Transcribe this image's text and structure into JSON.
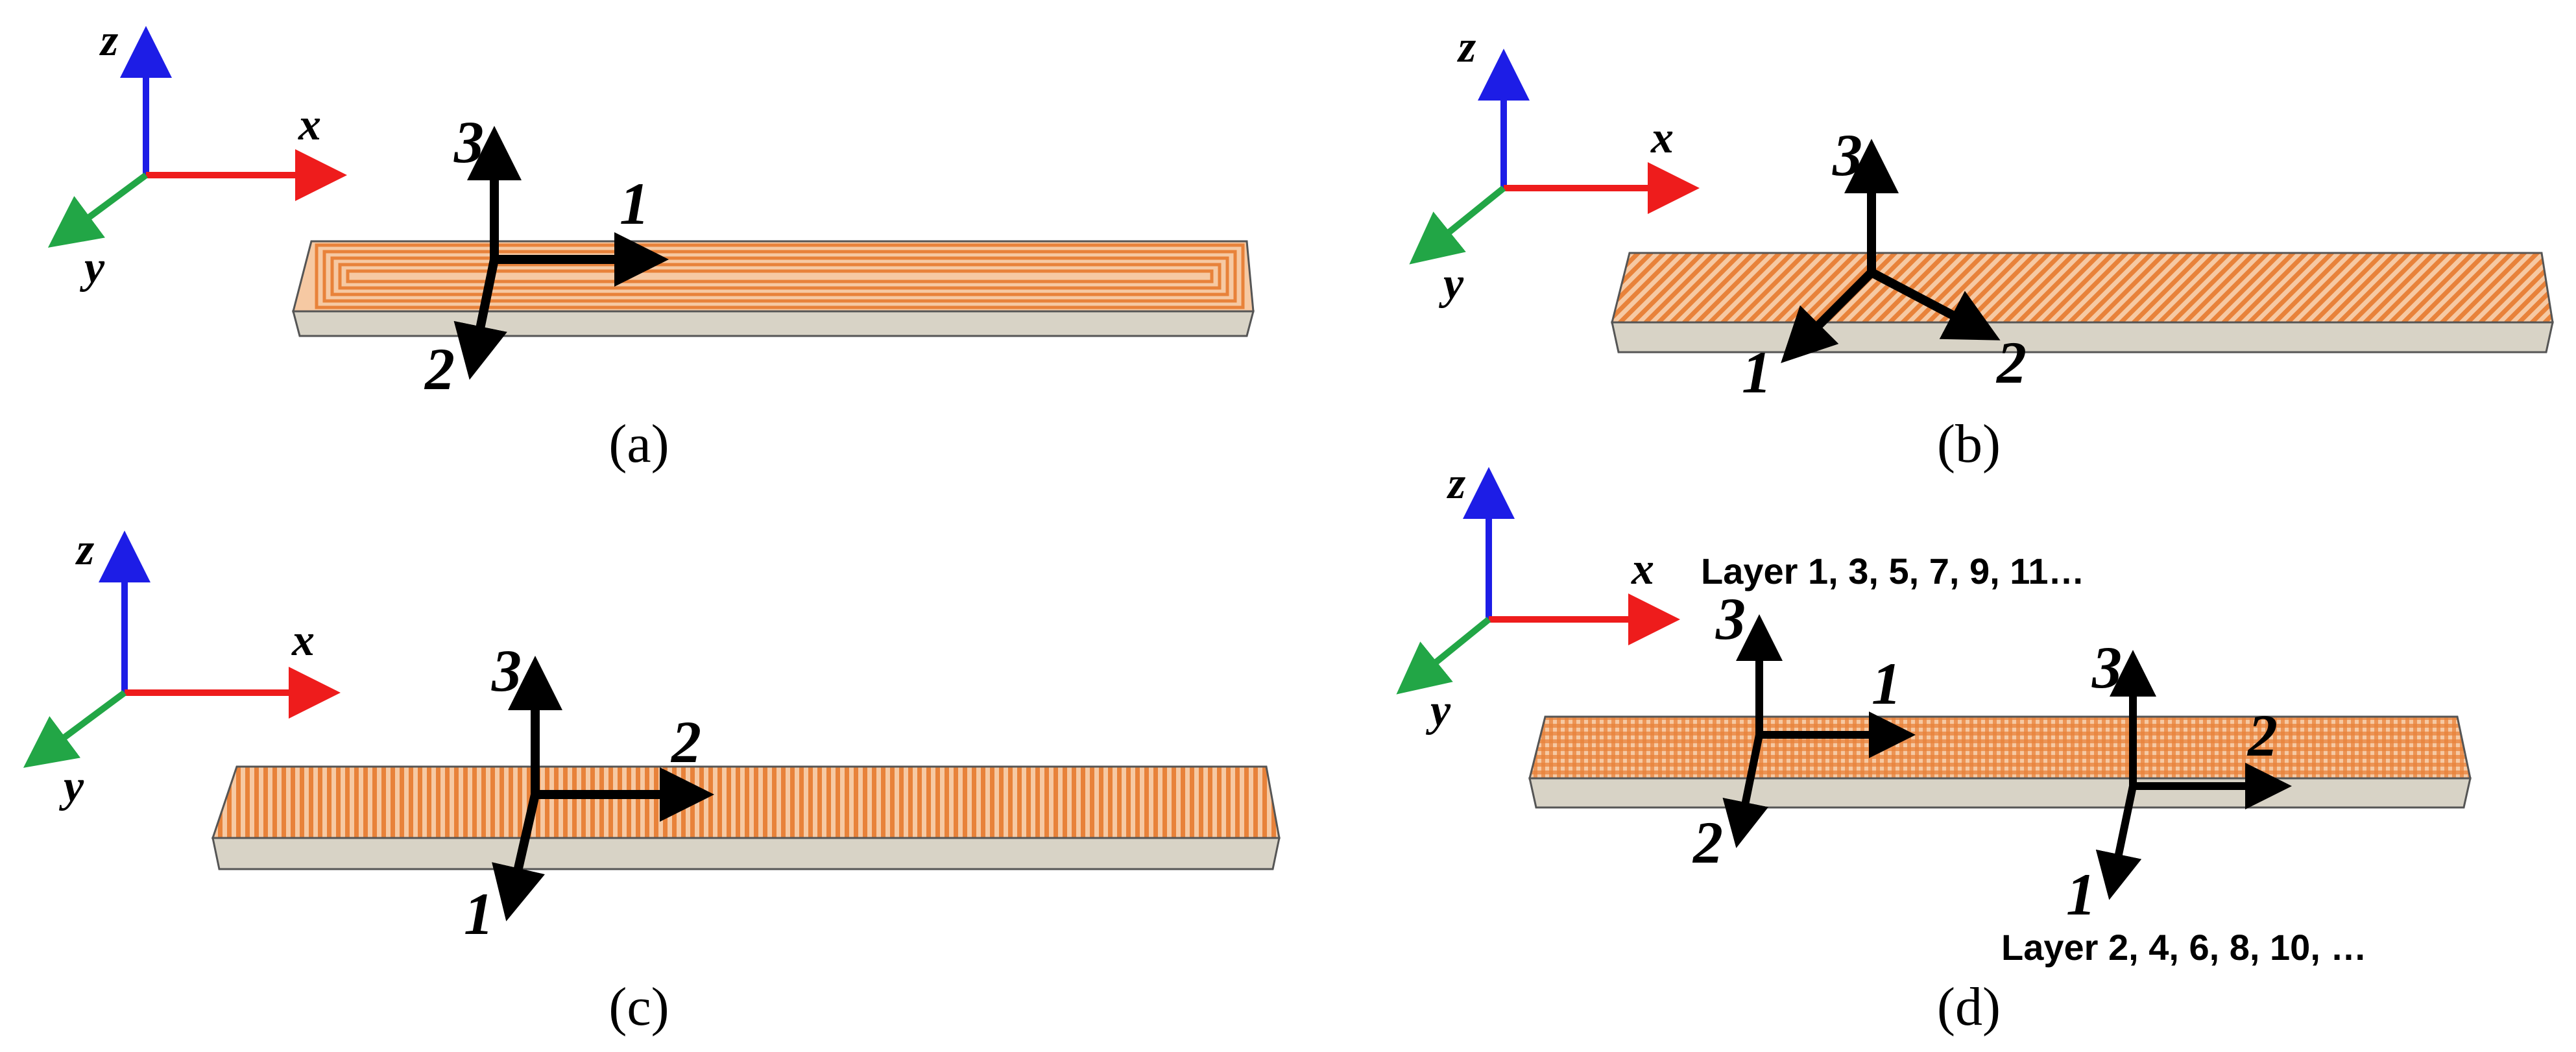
{
  "panels": [
    {
      "id": "a",
      "caption": "(a)",
      "global_axes": {
        "x": "x",
        "y": "y",
        "z": "z"
      },
      "material_axes": [
        {
          "up": "3",
          "right": "1",
          "down": "2"
        }
      ],
      "pattern": "concentric"
    },
    {
      "id": "b",
      "caption": "(b)",
      "global_axes": {
        "x": "x",
        "y": "y",
        "z": "z"
      },
      "material_axes": [
        {
          "up": "3",
          "right": "2",
          "down": "1"
        }
      ],
      "pattern": "diagonal"
    },
    {
      "id": "c",
      "caption": "(c)",
      "global_axes": {
        "x": "x",
        "y": "y",
        "z": "z"
      },
      "material_axes": [
        {
          "up": "3",
          "right": "2",
          "down": "1"
        }
      ],
      "pattern": "transverse"
    },
    {
      "id": "d",
      "caption": "(d)",
      "global_axes": {
        "x": "x",
        "y": "y",
        "z": "z"
      },
      "material_axes": [
        {
          "up": "3",
          "right": "1",
          "down": "2"
        },
        {
          "up": "3",
          "right": "2",
          "down": "1"
        }
      ],
      "layer_labels": [
        "Layer 1, 3, 5, 7, 9, 11…",
        "Layer 2, 4, 6, 8, 10, …"
      ],
      "pattern": "crosshatch"
    }
  ],
  "colors": {
    "x_axis": "#ee1c1c",
    "y_axis": "#22a646",
    "z_axis": "#1d1de6",
    "raster": "#e8823a",
    "raster_bg": "#f6c9a3",
    "beam_side": "#d8d3c6",
    "outline": "#555555"
  }
}
